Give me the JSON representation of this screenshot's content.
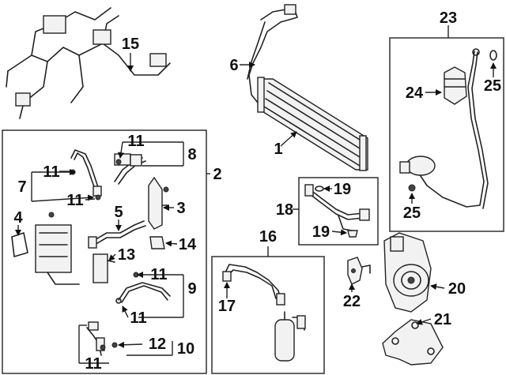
{
  "callouts": {
    "c1": "1",
    "c2": "2",
    "c3": "3",
    "c4": "4",
    "c5": "5",
    "c6": "6",
    "c7": "7",
    "c8": "8",
    "c9": "9",
    "c10": "10",
    "c11a": "11",
    "c11b": "11",
    "c11c": "11",
    "c11d": "11",
    "c11e": "11",
    "c11f": "11",
    "c12": "12",
    "c13": "13",
    "c14": "14",
    "c15": "15",
    "c16": "16",
    "c17": "17",
    "c18": "18",
    "c19a": "19",
    "c19b": "19",
    "c20": "20",
    "c21": "21",
    "c22": "22",
    "c23": "23",
    "c24": "24",
    "c25a": "25",
    "c25b": "25"
  }
}
